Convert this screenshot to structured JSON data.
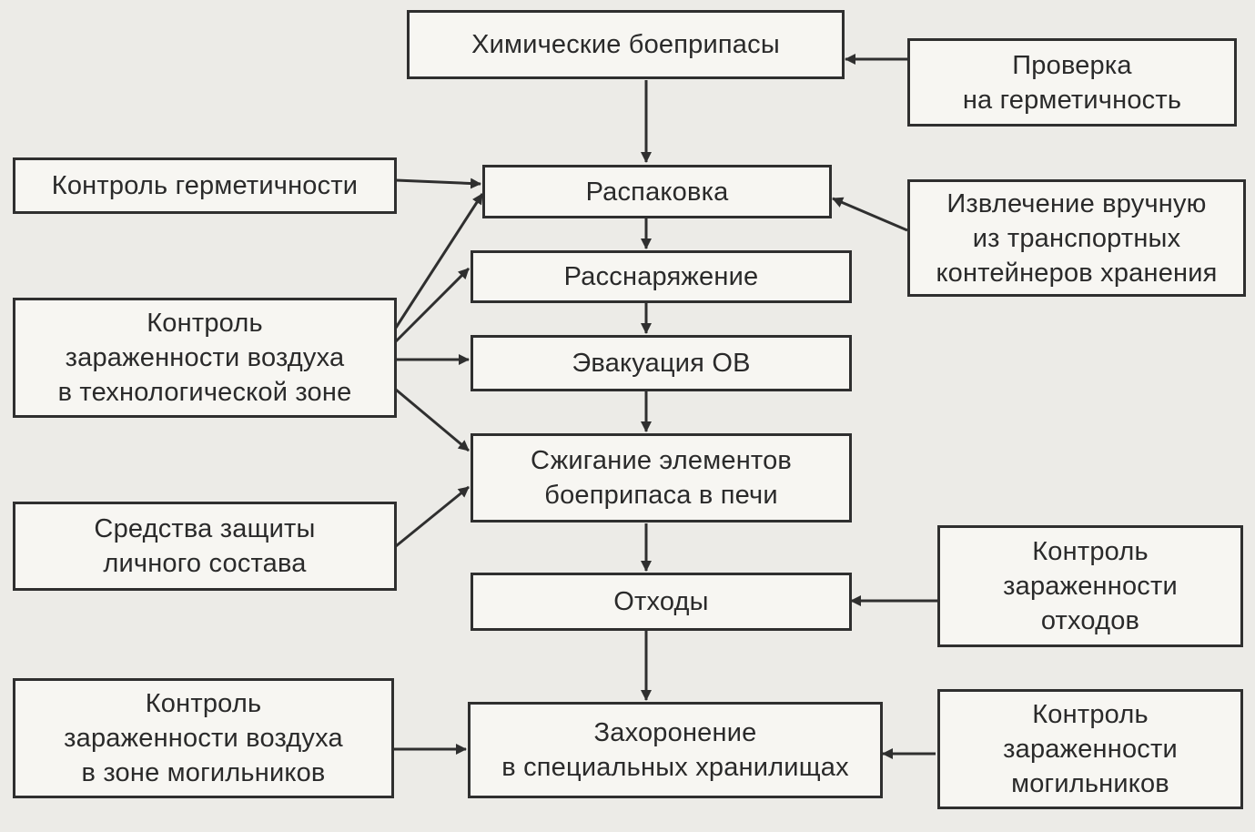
{
  "diagram": {
    "nodes": {
      "chemical_munitions": [
        "Химические боеприпасы"
      ],
      "leak_check": [
        "Проверка",
        "на герметичность"
      ],
      "tightness_control": [
        "Контроль герметичности"
      ],
      "unpacking": [
        "Распаковка"
      ],
      "manual_extraction": [
        "Извлечение вручную",
        "из транспортных",
        "контейнеров хранения"
      ],
      "disarming": [
        "Расснаряжение"
      ],
      "air_control_tech": [
        "Контроль",
        "зараженности воздуха",
        "в технологической зоне"
      ],
      "agent_evacuation": [
        "Эвакуация ОВ"
      ],
      "incineration": [
        "Сжигание элементов",
        "боеприпаса в печи"
      ],
      "protection": [
        "Средства защиты",
        "личного состава"
      ],
      "waste": [
        "Отходы"
      ],
      "waste_control": [
        "Контроль",
        "зараженности",
        "отходов"
      ],
      "air_control_burial": [
        "Контроль",
        "зараженности воздуха",
        "в зоне могильников"
      ],
      "burial": [
        "Захоронение",
        "в специальных хранилищах"
      ],
      "burial_control": [
        "Контроль",
        "зараженности",
        "могильников"
      ]
    },
    "colors": {
      "line": "#2f2f2f",
      "box_fill": "#f7f6f2",
      "background": "#ecebe7"
    }
  }
}
